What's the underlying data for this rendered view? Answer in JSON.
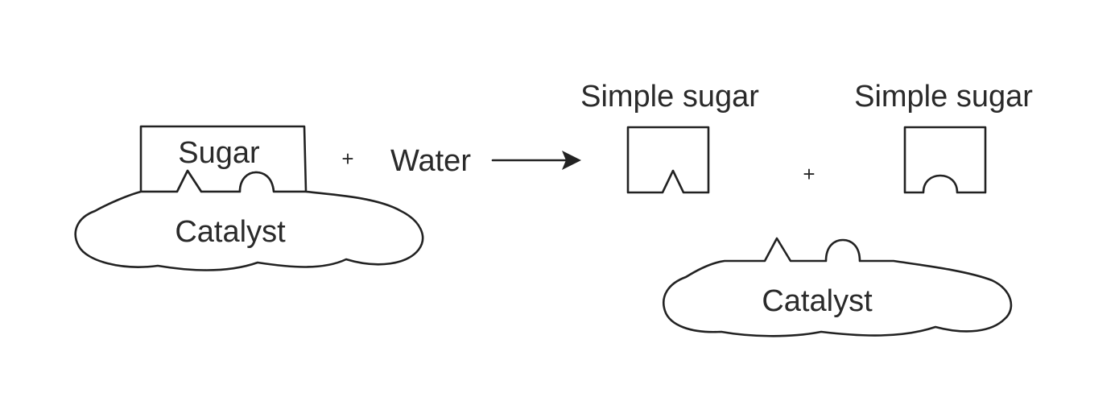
{
  "reactant": {
    "sugar_label": "Sugar",
    "catalyst_label": "Catalyst"
  },
  "plus_1": "+",
  "water_label": "Water",
  "products": {
    "simple_sugar_1_label": "Simple sugar",
    "simple_sugar_2_label": "Simple sugar",
    "catalyst_label": "Catalyst"
  },
  "plus_2": "+",
  "colors": {
    "line": "#222222",
    "text": "#2a2a2a",
    "background": "#ffffff"
  }
}
